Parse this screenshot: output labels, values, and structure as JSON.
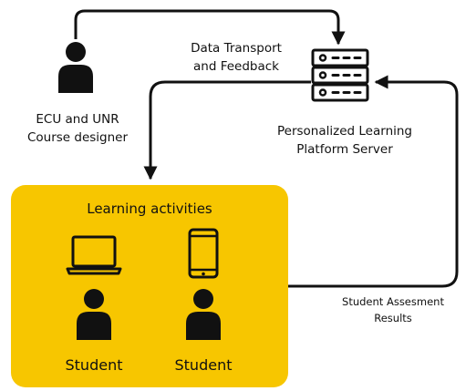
{
  "colors": {
    "activity_box": "#F7C600",
    "ink": "#111111"
  },
  "icons": {
    "designer": "person-icon",
    "server": "server-rack-icon",
    "laptop": "laptop-icon",
    "phone": "smartphone-icon",
    "student": "person-icon"
  },
  "nodes": {
    "designer_label_line1": "ECU and UNR",
    "designer_label_line2": "Course designer",
    "server_label_line1": "Personalized Learning",
    "server_label_line2": "Platform Server",
    "activities_title": "Learning activities",
    "student_left": "Student",
    "student_right": "Student"
  },
  "edges": {
    "transport_line1": "Data Transport",
    "transport_line2": "and Feedback",
    "results_line1": "Student Assesment",
    "results_line2": "Results"
  }
}
